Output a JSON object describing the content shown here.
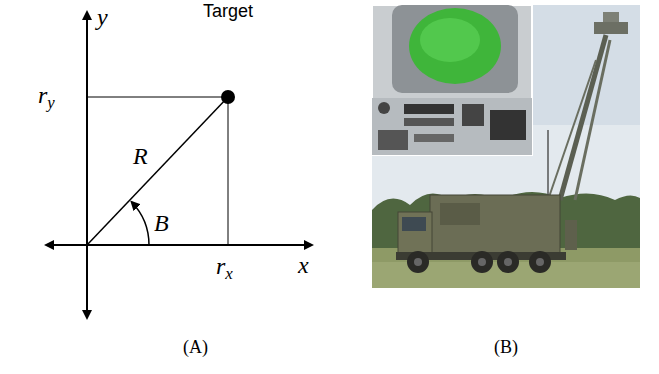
{
  "diagram": {
    "labels": [
      "y",
      "Target",
      "ry",
      "R",
      "B",
      "rx",
      "x",
      "(A)",
      "(B)"
    ]
  }
}
